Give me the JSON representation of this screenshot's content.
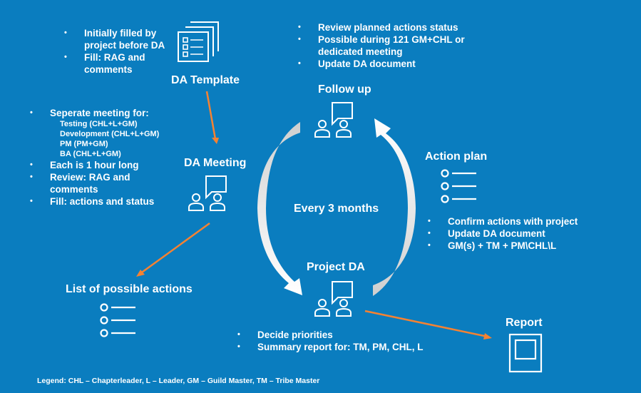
{
  "diagram": {
    "background_color": "#0a7dbf",
    "arrow_color": "#f58232",
    "cycle_label": "Every 3 months",
    "nodes": {
      "da_template": {
        "title": "DA Template",
        "icon": "document-stack-icon",
        "notes": [
          "Initially filled by project before DA",
          "Fill: RAG and comments"
        ]
      },
      "follow_up": {
        "title": "Follow up",
        "icon": "meeting-people-icon",
        "notes": [
          "Review planned actions status",
          "Possible during 121 GM+CHL or dedicated meeting",
          "Update DA document"
        ]
      },
      "da_meeting": {
        "title": "DA Meeting",
        "icon": "meeting-people-icon",
        "notes": {
          "intro": "Seperate meeting for:",
          "sub_items": [
            "Testing (CHL+L+GM)",
            "Development (CHL+L+GM)",
            "PM (PM+GM)",
            "BA (CHL+L+GM)"
          ],
          "rest": [
            "Each is 1 hour long",
            "Review: RAG and comments",
            "Fill: actions and status"
          ]
        }
      },
      "action_plan": {
        "title": "Action plan",
        "icon": "bulleted-list-icon",
        "notes": [
          "Confirm actions with project",
          "Update DA document",
          "GM(s) + TM + PM\\CHL\\L"
        ]
      },
      "project_da": {
        "title": "Project DA",
        "icon": "meeting-people-icon",
        "notes": [
          "Decide priorities",
          "Summary report for: TM, PM, CHL, L"
        ]
      },
      "list_of_actions": {
        "title": "List of possible actions",
        "icon": "bulleted-list-icon"
      },
      "report": {
        "title": "Report",
        "icon": "report-frame-icon"
      }
    },
    "legend": "Legend: CHL – Chapterleader, L – Leader, GM – Guild Master, TM – Tribe Master"
  }
}
